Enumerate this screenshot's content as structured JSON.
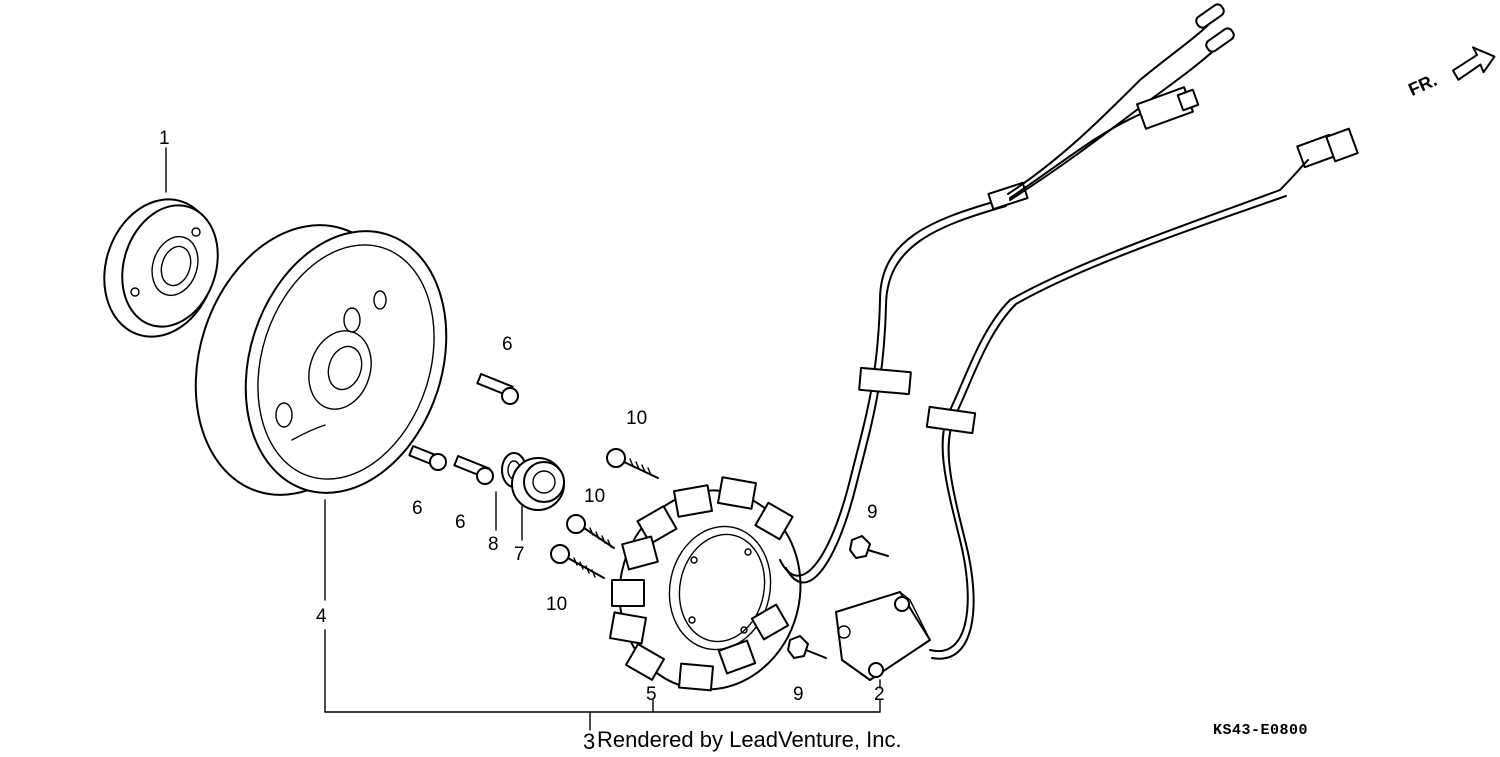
{
  "direction_label": "FR.",
  "diagram_code": "KS43-E0800",
  "credit_prefix": "3",
  "credit_text": "Rendered by LeadVenture, Inc.",
  "callouts": {
    "c1": "1",
    "c2": "2",
    "c4": "4",
    "c5": "5",
    "c6a": "6",
    "c6b": "6",
    "c6c": "6",
    "c7": "7",
    "c8": "8",
    "c9a": "9",
    "c9b": "9",
    "c10a": "10",
    "c10b": "10",
    "c10c": "10"
  }
}
